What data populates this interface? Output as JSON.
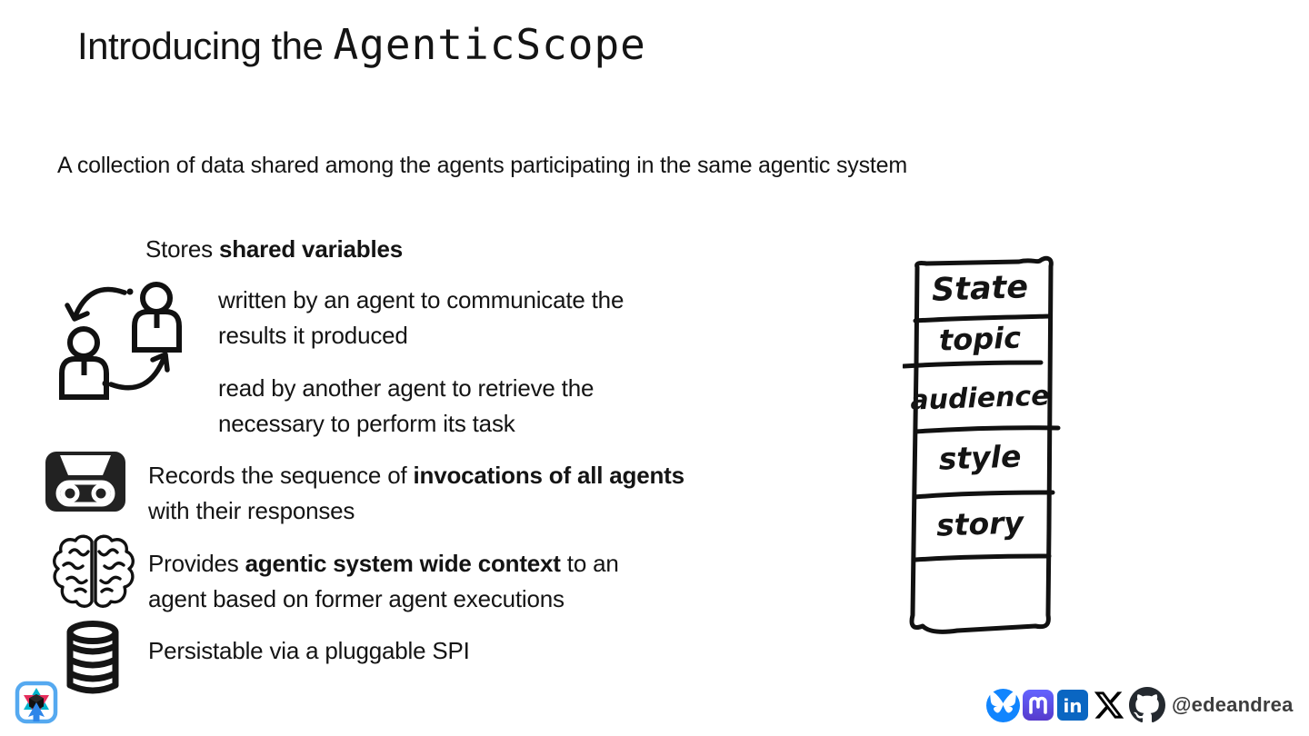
{
  "slide": {
    "title": {
      "prefix": "Introducing the ",
      "code": "AgenticScope"
    },
    "subtitle": "A collection of data shared among the agents participating in the same agentic system"
  },
  "bullets": {
    "stores": {
      "pre": "Stores ",
      "bold": "shared variables",
      "post": ""
    },
    "stores_sub": [
      "written by an agent to communicate the results it produced",
      "read by another agent to retrieve the necessary to perform its task"
    ],
    "records": {
      "pre": "Records the sequence of ",
      "bold": "invocations of all agents",
      "post": " with their responses"
    },
    "provides": {
      "pre": "Provides ",
      "bold": "agentic system wide context",
      "post": " to an agent based on former agent executions"
    },
    "persistable": {
      "pre": "Persistable via a pluggable SPI",
      "bold": "",
      "post": ""
    }
  },
  "stack": {
    "rows": [
      "State",
      "topic",
      "audience",
      "style",
      "story",
      ""
    ]
  },
  "icons": {
    "people_exchange": "two-people-circular-arrows",
    "cassette": "cassette-tape",
    "brain": "brain-outline",
    "database": "database-cylinder",
    "bluesky": "bluesky-butterfly",
    "mastodon": "mastodon-m",
    "linkedin_label": "in",
    "x": "x-logo",
    "github": "github-octocat",
    "conference_logo": "star-cube-cursor-logo"
  },
  "footer": {
    "handle": "@edeandrea"
  },
  "colors": {
    "text": "#141414",
    "bluesky": "#1185FE",
    "mastodon_top": "#6364FF",
    "mastodon_bottom": "#563ACC",
    "linkedin": "#0A66C2",
    "x": "#000000",
    "github": "#24292F",
    "handle": "#3d3d3d",
    "logo_blue": "#55A9F0",
    "logo_pink": "#E62E5C",
    "logo_teal": "#00B4CD",
    "logo_arrow": "#2E86E9"
  }
}
